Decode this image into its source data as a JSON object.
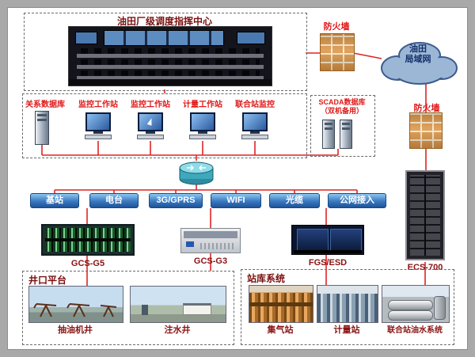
{
  "colors": {
    "line_red": "#e02424",
    "label_red": "#e01818",
    "title_maroon": "#7a1010",
    "button_blue": "#1e5498",
    "firewall_orange": "#dd9648"
  },
  "command_center": {
    "title": "油田厂级调度指挥中心"
  },
  "firewalls": {
    "top": "防火墙",
    "right": "防火墙"
  },
  "cloud": {
    "line1": "油田",
    "line2": "局域网"
  },
  "workstations": {
    "items": [
      {
        "label": "关系数据库"
      },
      {
        "label": "监控工作站"
      },
      {
        "label": "监控工作站"
      },
      {
        "label": "计量工作站"
      },
      {
        "label": "联合站监控"
      }
    ]
  },
  "scada": {
    "line1": "SCADA数据库",
    "line2": "（双机备用）"
  },
  "links": {
    "items": [
      {
        "label": "基站"
      },
      {
        "label": "电台"
      },
      {
        "label": "3G/GPRS"
      },
      {
        "label": "WIFI"
      },
      {
        "label": "光缆"
      },
      {
        "label": "公网接入"
      }
    ]
  },
  "devices": {
    "items": [
      {
        "label": "GCS-G5"
      },
      {
        "label": "GCS-G3"
      },
      {
        "label": "FGS/ESD"
      },
      {
        "label": "ECS-700"
      }
    ]
  },
  "wellhead": {
    "title": "井口平台",
    "items": [
      {
        "label": "抽油机井"
      },
      {
        "label": "注水井"
      }
    ]
  },
  "station": {
    "title": "站库系统",
    "items": [
      {
        "label": "集气站"
      },
      {
        "label": "计量站"
      },
      {
        "label": "联合站油水系统"
      }
    ]
  }
}
